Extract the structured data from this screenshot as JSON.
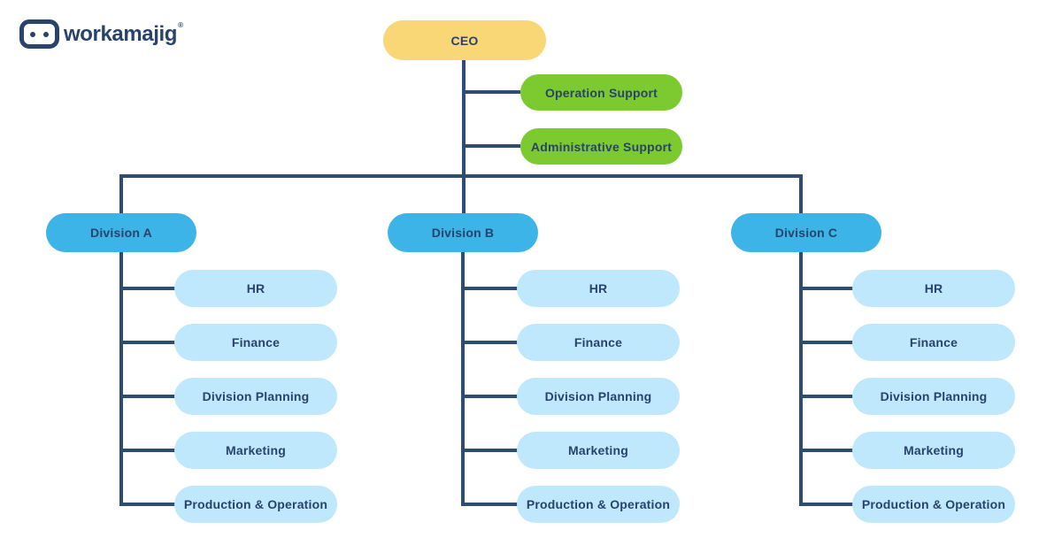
{
  "brand": {
    "name": "workamajig",
    "registered_mark": "®"
  },
  "colors": {
    "navy": "#28436c",
    "line": "#2e4d75",
    "yellow": "#fad776",
    "green": "#7cca2f",
    "blue": "#3cb4e8",
    "light_blue": "#bfe8fc",
    "background": "#ffffff"
  },
  "org_chart": {
    "root": {
      "label": "CEO"
    },
    "support_nodes": [
      {
        "label": "Operation Support"
      },
      {
        "label": "Administrative Support"
      }
    ],
    "divisions": [
      {
        "label": "Division A",
        "departments": [
          "HR",
          "Finance",
          "Division Planning",
          "Marketing",
          "Production & Operation"
        ]
      },
      {
        "label": "Division B",
        "departments": [
          "HR",
          "Finance",
          "Division Planning",
          "Marketing",
          "Production & Operation"
        ]
      },
      {
        "label": "Division C",
        "departments": [
          "HR",
          "Finance",
          "Division Planning",
          "Marketing",
          "Production & Operation"
        ]
      }
    ]
  }
}
